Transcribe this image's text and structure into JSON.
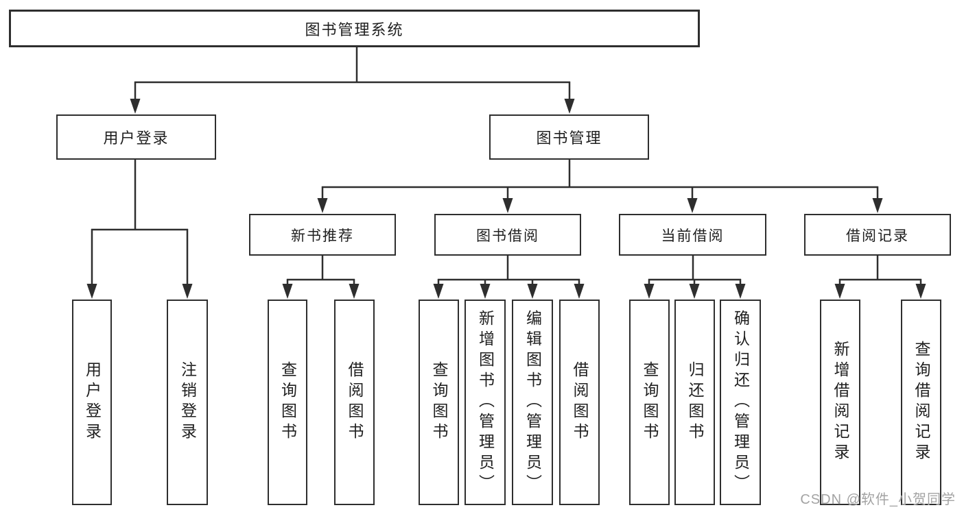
{
  "diagram": {
    "type": "tree",
    "root": {
      "label": "图书管理系统"
    },
    "branches": [
      {
        "label": "用户登录",
        "children": [
          {
            "label": "用户登录"
          },
          {
            "label": "注销登录"
          }
        ]
      },
      {
        "label": "图书管理",
        "children": [
          {
            "label": "新书推荐",
            "children": [
              {
                "label": "查询图书"
              },
              {
                "label": "借阅图书"
              }
            ]
          },
          {
            "label": "图书借阅",
            "children": [
              {
                "label": "查询图书"
              },
              {
                "label": "新增图书（管理员）"
              },
              {
                "label": "编辑图书（管理员）"
              },
              {
                "label": "借阅图书"
              }
            ]
          },
          {
            "label": "当前借阅",
            "children": [
              {
                "label": "查询图书"
              },
              {
                "label": "归还图书"
              },
              {
                "label": "确认归还（管理员）"
              }
            ]
          },
          {
            "label": "借阅记录",
            "children": [
              {
                "label": "新增借阅记录"
              },
              {
                "label": "查询借阅记录"
              }
            ]
          }
        ]
      }
    ],
    "colors": {
      "line": "#2e2e2e",
      "box_border": "#2e2e2e",
      "text": "#1f1f1f",
      "watermark": "#a3a3a3",
      "background": "#ffffff"
    },
    "watermark": "CSDN @软件_小贺同学"
  }
}
